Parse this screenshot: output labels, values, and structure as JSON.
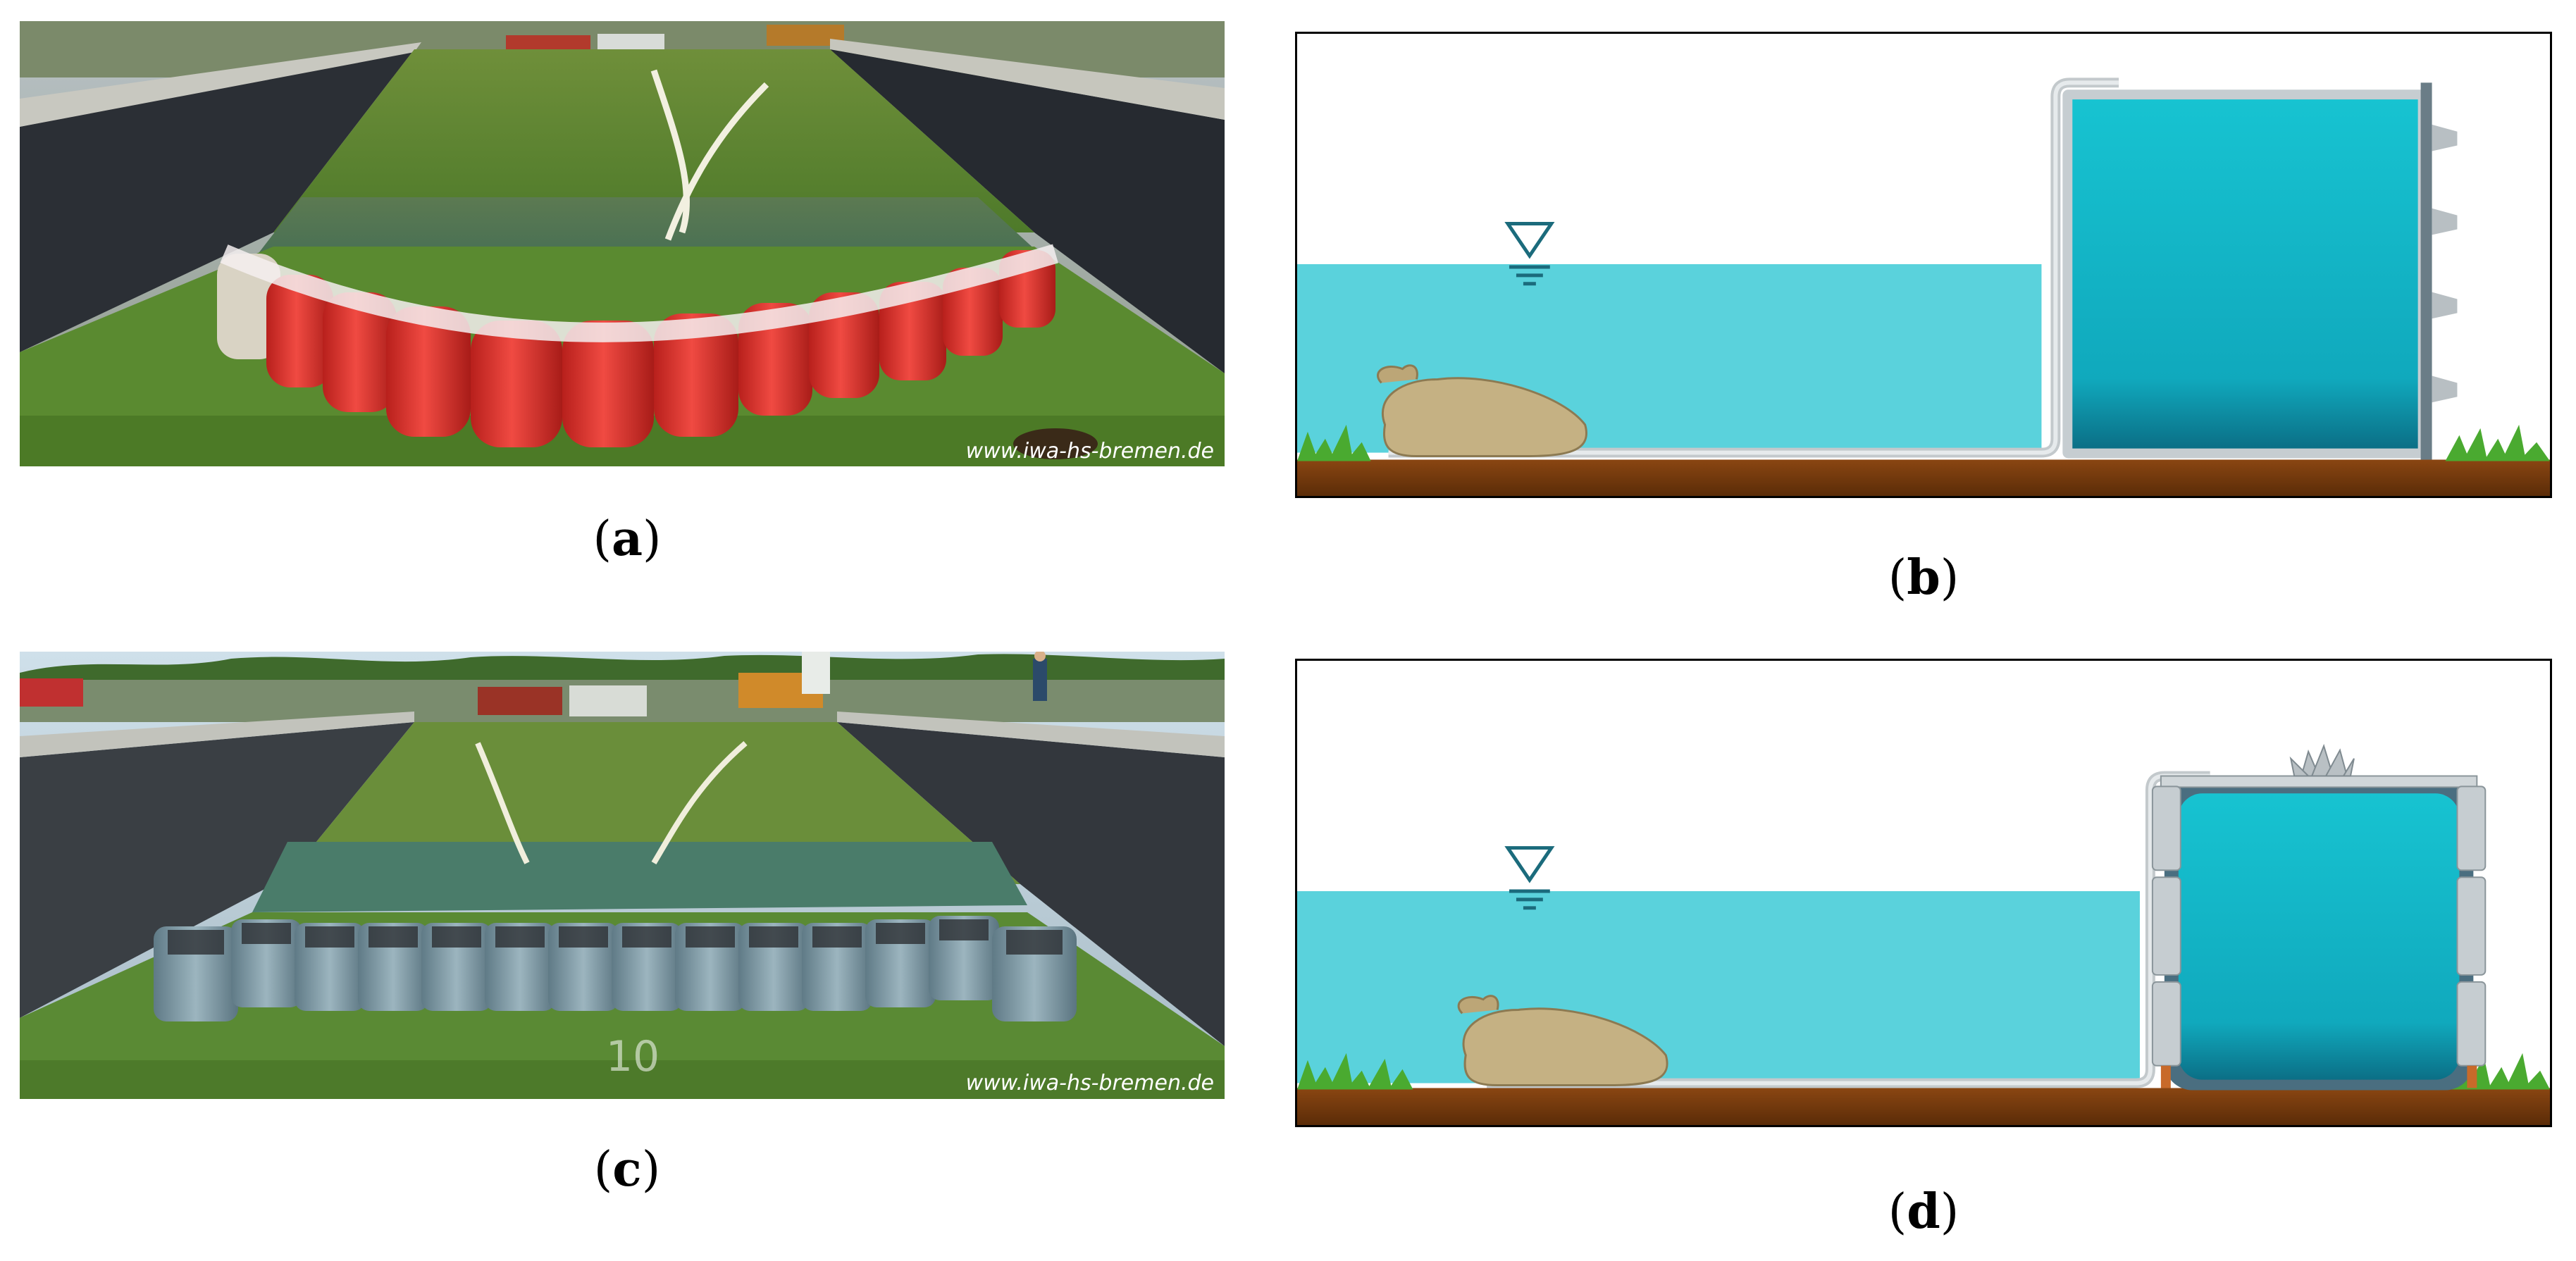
{
  "panels": {
    "a": {
      "label": "a",
      "watermark": "www.iwa-hs-bremen.de"
    },
    "b": {
      "label": "b"
    },
    "c": {
      "label": "c",
      "watermark": "www.iwa-hs-bremen.de",
      "ground_marking": "10"
    },
    "d": {
      "label": "d"
    }
  },
  "colors": {
    "water_light": "#5bd3dc",
    "water_tank": "#19b8c8",
    "soil": "#7a3b10",
    "grass": "#4aa832",
    "sandbag": "#c8b488",
    "red_tank": "#e83a35",
    "grey_bag": "#7f9aa6",
    "frame_grey": "#c9cfd3"
  },
  "icons": [
    "water-level-symbol-icon",
    "sandbag-icon",
    "grass-icon"
  ]
}
